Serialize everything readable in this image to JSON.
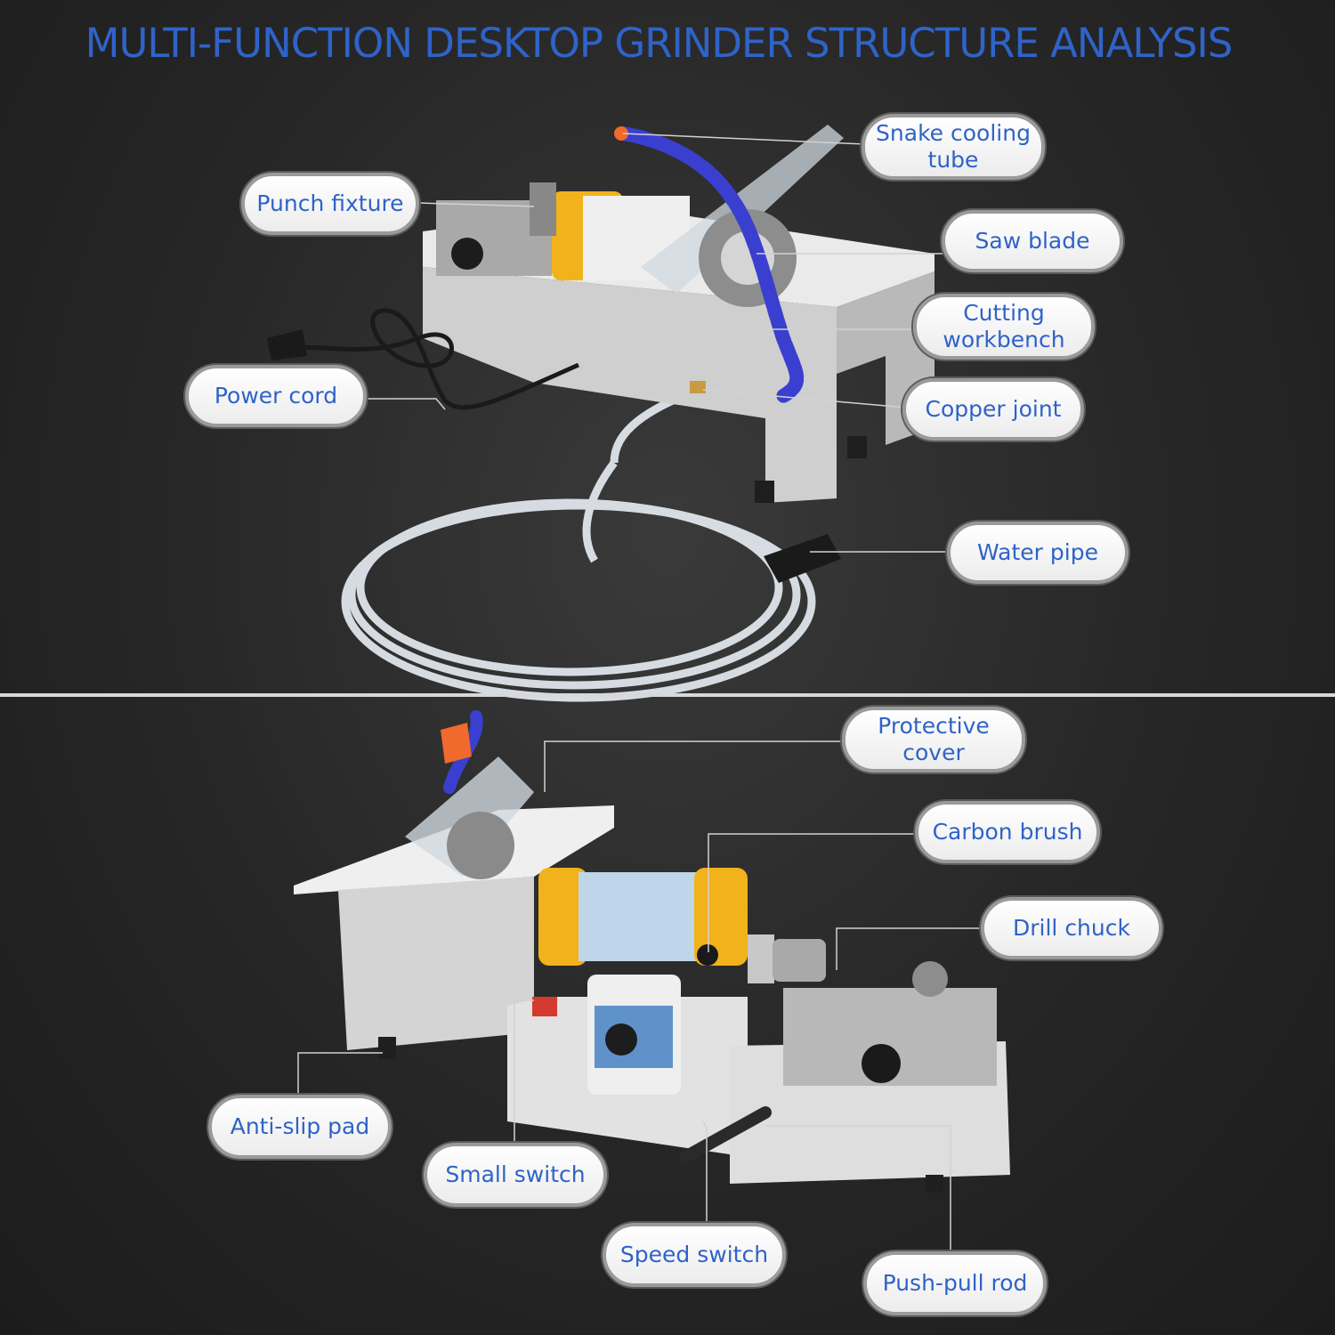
{
  "title": "MULTI-FUNCTION DESKTOP GRINDER STRUCTURE ANALYSIS",
  "labels": {
    "snake_cooling_tube": "Snake cooling\ntube",
    "punch_fixture": "Punch fixture",
    "saw_blade": "Saw blade",
    "cutting_workbench": "Cutting\nworkbench",
    "power_cord": "Power cord",
    "copper_joint": "Copper joint",
    "water_pipe": "Water pipe",
    "protective_cover": "Protective\ncover",
    "carbon_brush": "Carbon brush",
    "drill_chuck": "Drill chuck",
    "anti_slip_pad": "Anti-slip pad",
    "small_switch": "Small switch",
    "speed_switch": "Speed switch",
    "push_pull_rod": "Push-pull rod"
  },
  "colors": {
    "accent": "#2f63c8",
    "label_border": "#9a9a9a",
    "motor_yellow": "#f2b21c",
    "cooling_tube_blue": "#3a3fd0",
    "machine_body": "#d9d9d9"
  }
}
